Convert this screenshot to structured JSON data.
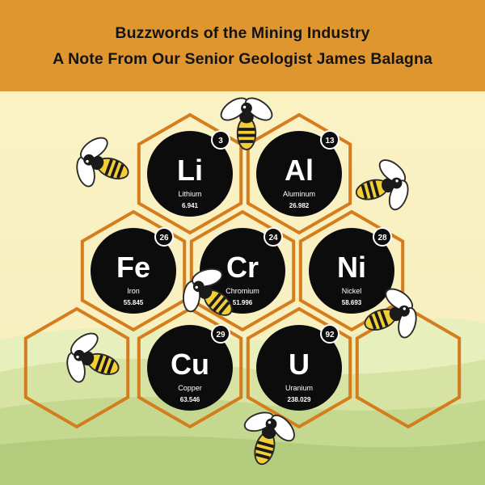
{
  "header": {
    "title": "Buzzwords of the Mining Industry",
    "subtitle": "A Note From Our Senior Geologist James Balagna"
  },
  "colors": {
    "banner": "#e0962e",
    "sky": "#fbf3c4",
    "hex_border": "#d57c1d",
    "element_fill": "#0c0c0c",
    "hills_light": "#d8e4a4",
    "hills_dark": "#b6cc80"
  },
  "elements": [
    {
      "symbol": "Li",
      "number": "3",
      "name": "Lithium",
      "mass": "6.941"
    },
    {
      "symbol": "Al",
      "number": "13",
      "name": "Aluminum",
      "mass": "26.982"
    },
    {
      "symbol": "Fe",
      "number": "26",
      "name": "Iron",
      "mass": "55.845"
    },
    {
      "symbol": "Cr",
      "number": "24",
      "name": "Chromium",
      "mass": "51.996"
    },
    {
      "symbol": "Ni",
      "number": "28",
      "name": "Nickel",
      "mass": "58.693"
    },
    {
      "symbol": "Cu",
      "number": "29",
      "name": "Copper",
      "mass": "63.546"
    },
    {
      "symbol": "U",
      "number": "92",
      "name": "Uranium",
      "mass": "238.029"
    }
  ],
  "decorations": {
    "bee_icon": "bee-icon",
    "empty_cells": 2
  }
}
